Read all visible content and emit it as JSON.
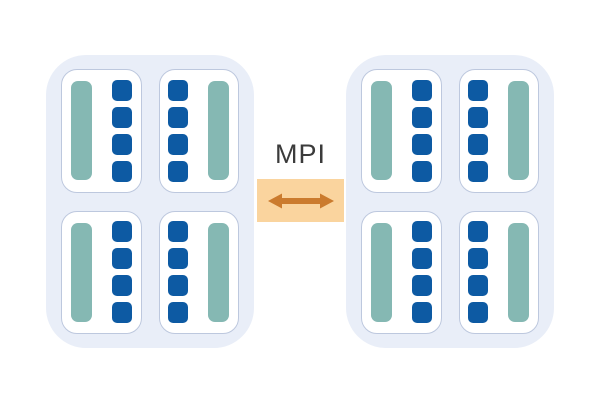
{
  "canvas": {
    "background": "#ffffff"
  },
  "colors": {
    "node_fill": "#E9EEF8",
    "card_fill": "#FFFFFF",
    "card_border": "#BDC8DE",
    "teal_bar": "#85B8B3",
    "blue_square": "#0D5AA3",
    "band_fill": "#FAD49E",
    "arrow": "#CB7B2E",
    "label_text": "#3B3B3B"
  },
  "link": {
    "label": "MPI"
  },
  "nodes": [
    {
      "id": "node-left",
      "cards": [
        {
          "variant": "teal-left",
          "square_count": 4
        },
        {
          "variant": "teal-right",
          "square_count": 4
        },
        {
          "variant": "teal-left",
          "square_count": 4
        },
        {
          "variant": "teal-right",
          "square_count": 4
        }
      ]
    },
    {
      "id": "node-right",
      "cards": [
        {
          "variant": "teal-left",
          "square_count": 4
        },
        {
          "variant": "teal-right",
          "square_count": 4
        },
        {
          "variant": "teal-left",
          "square_count": 4
        },
        {
          "variant": "teal-right",
          "square_count": 4
        }
      ]
    }
  ]
}
